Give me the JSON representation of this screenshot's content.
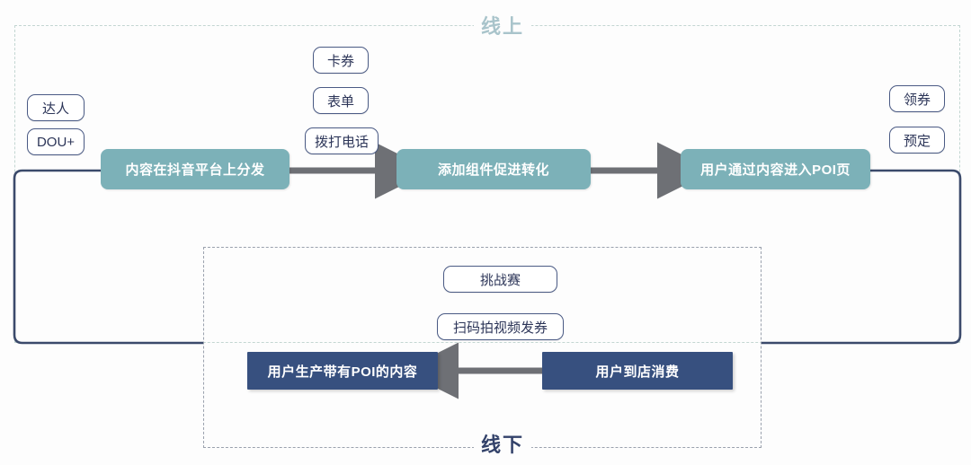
{
  "diagram": {
    "title_online": "线上",
    "title_offline": "线下",
    "colors": {
      "teal_box": "#7cb1b8",
      "navy_box": "#37507f",
      "arrow_gray": "#6e7075",
      "connector_navy": "#3b4a6b",
      "zone_online_border": "#c3d6d2",
      "zone_offline_border": "#9aa1ad",
      "online_title": "#a9c4cb",
      "offline_title": "#33426a",
      "pill_border": "#4a5a84",
      "pill_text": "#2c3558"
    }
  },
  "process_boxes": [
    {
      "id": "content-distribute",
      "label": "内容在抖音平台上分发",
      "style": "teal"
    },
    {
      "id": "add-component",
      "label": "添加组件促进转化",
      "style": "teal"
    },
    {
      "id": "enter-poi-page",
      "label": "用户通过内容进入POI页",
      "style": "teal"
    },
    {
      "id": "user-generate-poi",
      "label": "用户生产带有POI的内容",
      "style": "navy"
    },
    {
      "id": "user-in-store",
      "label": "用户到店消费",
      "style": "navy"
    }
  ],
  "pills": {
    "left_group": [
      {
        "id": "talent",
        "label": "达人"
      },
      {
        "id": "douplus",
        "label": "DOU+"
      }
    ],
    "middle_group": [
      {
        "id": "card-coupon",
        "label": "卡券"
      },
      {
        "id": "form",
        "label": "表单"
      },
      {
        "id": "make-call",
        "label": "拨打电话"
      }
    ],
    "right_group": [
      {
        "id": "get-coupon",
        "label": "领券"
      },
      {
        "id": "reserve",
        "label": "预定"
      }
    ],
    "offline_group": [
      {
        "id": "challenge",
        "label": "挑战赛"
      },
      {
        "id": "scan-shoot-coupon",
        "label": "扫码拍视频发券"
      }
    ]
  },
  "connectors": [
    {
      "id": "arrow-distribute-to-component",
      "from": "content-distribute",
      "to": "add-component",
      "direction": "right"
    },
    {
      "id": "arrow-component-to-poi",
      "from": "add-component",
      "to": "enter-poi-page",
      "direction": "right"
    },
    {
      "id": "arrow-instore-to-generate",
      "from": "user-in-store",
      "to": "user-generate-poi",
      "direction": "left"
    },
    {
      "id": "loop-left-generate-to-distribute",
      "from": "user-generate-poi",
      "to": "content-distribute",
      "direction": "loop-left"
    },
    {
      "id": "loop-right-poi-to-instore",
      "from": "enter-poi-page",
      "to": "user-in-store",
      "direction": "loop-right"
    }
  ]
}
